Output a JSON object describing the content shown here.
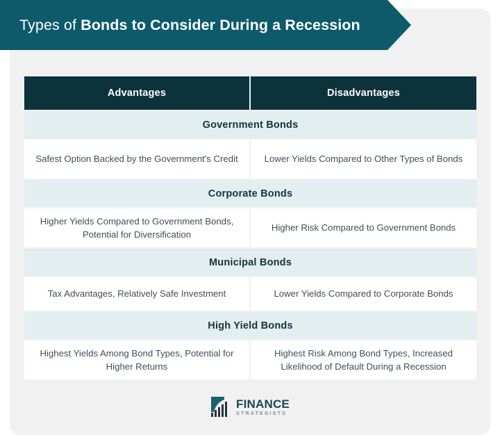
{
  "banner": {
    "title_plain": "Types of ",
    "title_bold": "Bonds to Consider During a Recession"
  },
  "table": {
    "columns": [
      "Advantages",
      "Disadvantages"
    ],
    "sections": [
      {
        "title": "Government Bonds",
        "advantage": "Safest Option Backed by the Government's Credit",
        "disadvantage": "Lower Yields Compared to Other Types of Bonds"
      },
      {
        "title": "Corporate Bonds",
        "advantage": "Higher Yields Compared to Government Bonds, Potential for Diversification",
        "disadvantage": "Higher Risk Compared to Government Bonds"
      },
      {
        "title": "Municipal Bonds",
        "advantage": "Tax Advantages, Relatively Safe Investment",
        "disadvantage": "Lower Yields Compared to Corporate Bonds"
      },
      {
        "title": "High Yield Bonds",
        "advantage": "Highest Yields Among Bond Types, Potential for Higher Returns",
        "disadvantage": "Highest Risk Among Bond Types, Increased Likelihood of Default During a Recession"
      }
    ]
  },
  "logo": {
    "word": "FINANCE",
    "sub": "STRATEGISTS"
  },
  "colors": {
    "banner_teal": "#0d5a6b",
    "header_dark": "#0c323c",
    "section_band": "#e2eef0",
    "cell_bg": "#ffffff",
    "page_bg": "#f1f1f1",
    "body_text": "#3f4f59",
    "logo_teal": "#1d4652"
  }
}
